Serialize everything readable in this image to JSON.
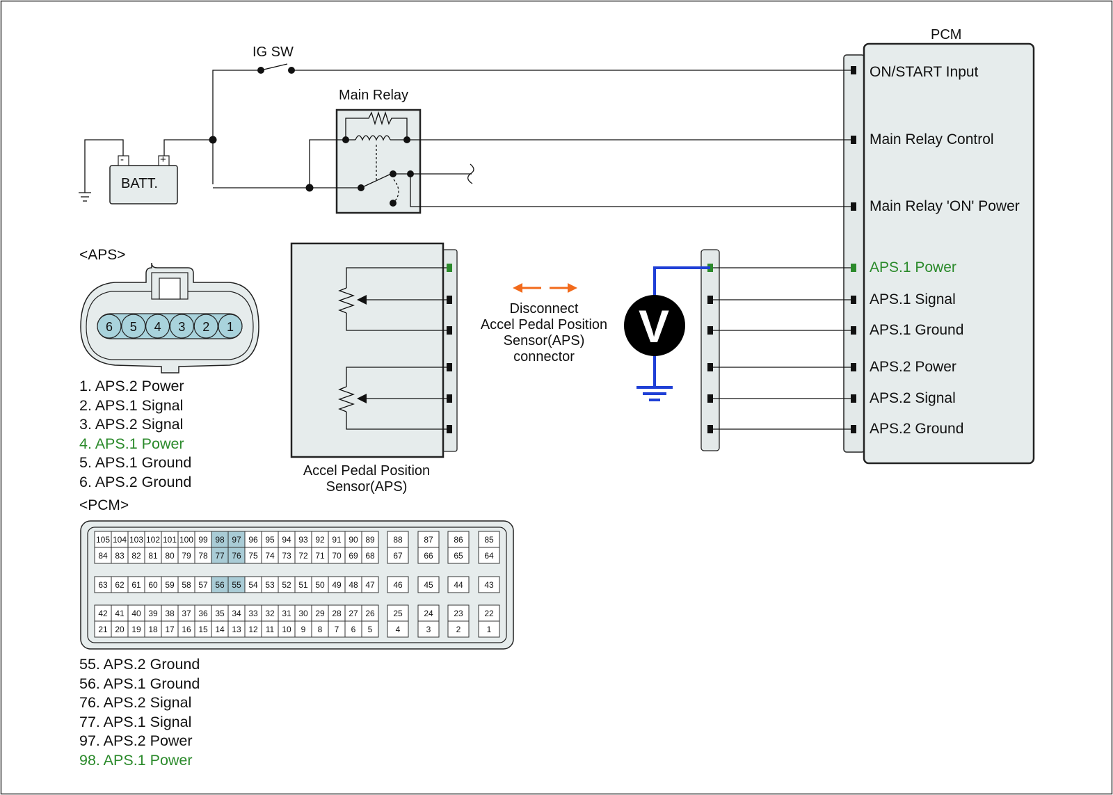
{
  "labels": {
    "ig_sw": "IG SW",
    "main_relay": "Main Relay",
    "battery": "BATT.",
    "battery_minus": "-",
    "battery_plus": "+",
    "pcm": "PCM",
    "aps_connector_heading": "<APS>",
    "pcm_connector_heading": "<PCM>",
    "aps_sensor_line1": "Accel Pedal Position",
    "aps_sensor_line2": "Sensor(APS)",
    "disconnect_line1": "Disconnect",
    "disconnect_line2": "Accel Pedal Position",
    "disconnect_line3": "Sensor(APS)",
    "disconnect_line4": "connector",
    "voltmeter": "V"
  },
  "pcm_terminals": [
    {
      "label": "ON/START Input",
      "highlight": false
    },
    {
      "label": "Main Relay Control",
      "highlight": false
    },
    {
      "label": "Main Relay 'ON' Power",
      "highlight": false
    },
    {
      "label": "APS.1 Power",
      "highlight": true
    },
    {
      "label": "APS.1 Signal",
      "highlight": false
    },
    {
      "label": "APS.1 Ground",
      "highlight": false
    },
    {
      "label": "APS.2 Power",
      "highlight": false
    },
    {
      "label": "APS.2 Signal",
      "highlight": false
    },
    {
      "label": "APS.2 Ground",
      "highlight": false
    }
  ],
  "aps_pins": [
    "6",
    "5",
    "4",
    "3",
    "2",
    "1"
  ],
  "aps_legend": [
    {
      "text": "1. APS.2 Power",
      "highlight": false
    },
    {
      "text": "2. APS.1 Signal",
      "highlight": false
    },
    {
      "text": "3. APS.2 Signal",
      "highlight": false
    },
    {
      "text": "4. APS.1 Power",
      "highlight": true
    },
    {
      "text": "5. APS.1 Ground",
      "highlight": false
    },
    {
      "text": "6. APS.2 Ground",
      "highlight": false
    }
  ],
  "pcm_connector": {
    "block_a": {
      "rows": [
        [
          "105",
          "104",
          "103",
          "102",
          "101",
          "100",
          "99",
          "98",
          "97",
          "96",
          "95",
          "94",
          "93",
          "92",
          "91",
          "90",
          "89"
        ],
        [
          "84",
          "83",
          "82",
          "81",
          "80",
          "79",
          "78",
          "77",
          "76",
          "75",
          "74",
          "73",
          "72",
          "71",
          "70",
          "69",
          "68"
        ]
      ]
    },
    "block_b": {
      "rows": [
        [
          "63",
          "62",
          "61",
          "60",
          "59",
          "58",
          "57",
          "56",
          "55",
          "54",
          "53",
          "52",
          "51",
          "50",
          "49",
          "48",
          "47"
        ]
      ]
    },
    "block_c": {
      "rows": [
        [
          "42",
          "41",
          "40",
          "39",
          "38",
          "37",
          "36",
          "35",
          "34",
          "33",
          "32",
          "31",
          "30",
          "29",
          "28",
          "27",
          "26"
        ],
        [
          "21",
          "20",
          "19",
          "18",
          "17",
          "16",
          "15",
          "14",
          "13",
          "12",
          "11",
          "10",
          "9",
          "8",
          "7",
          "6",
          "5"
        ]
      ]
    },
    "side_top": [
      [
        "88",
        "67"
      ],
      [
        "87",
        "66"
      ],
      [
        "86",
        "65"
      ],
      [
        "85",
        "64"
      ]
    ],
    "side_mid": [
      "46",
      "45",
      "44",
      "43"
    ],
    "side_bottom": [
      [
        "25",
        "4"
      ],
      [
        "24",
        "3"
      ],
      [
        "23",
        "2"
      ],
      [
        "22",
        "1"
      ]
    ],
    "highlighted_pins": [
      "98",
      "97",
      "77",
      "76",
      "56",
      "55"
    ],
    "highlight_color": "#a9ccd6"
  },
  "pcm_legend": [
    {
      "text": "55. APS.2 Ground",
      "highlight": false
    },
    {
      "text": "56. APS.1 Ground",
      "highlight": false
    },
    {
      "text": "76. APS.2 Signal",
      "highlight": false
    },
    {
      "text": "77. APS.1 Signal",
      "highlight": false
    },
    {
      "text": "97. APS.2 Power",
      "highlight": false
    },
    {
      "text": "98. APS.1 Power",
      "highlight": true
    }
  ],
  "colors": {
    "highlight_text": "#2b8a2b",
    "meter_lead": "#1f3fd6",
    "arrow": "#f26a1b",
    "panel_fill": "#e6ecec",
    "pin_fill": "#a9d3dc"
  }
}
